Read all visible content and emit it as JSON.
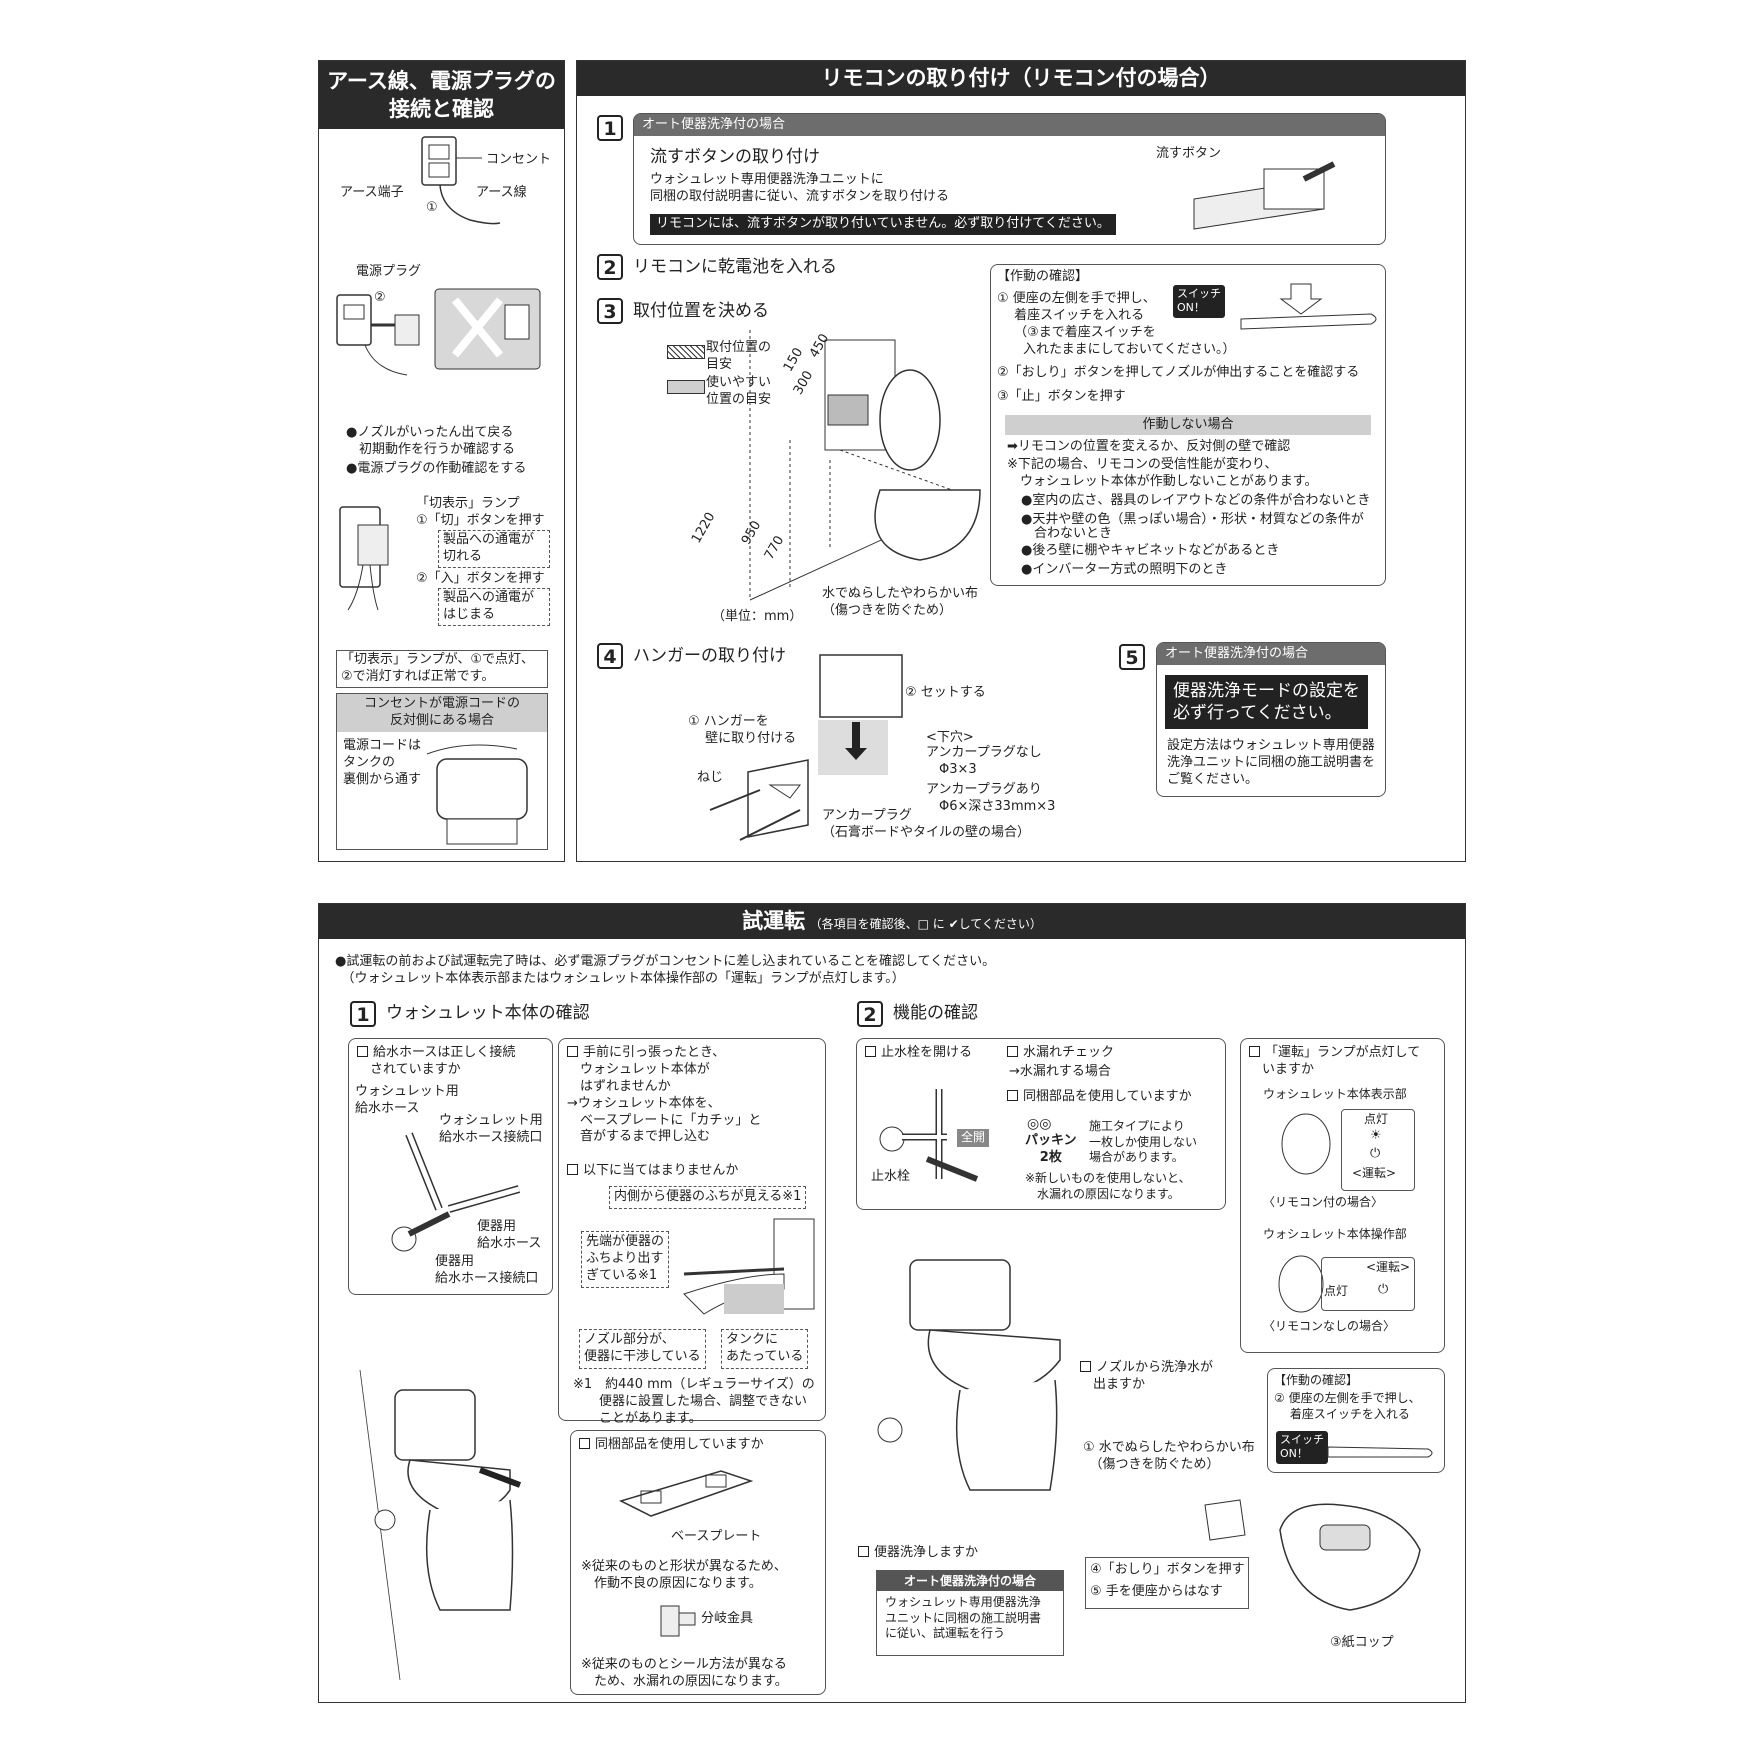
{
  "earth": {
    "title": "アース線、電源プラグの\n接続と確認",
    "outlet_label": "コンセント",
    "earth_terminal": "アース端子",
    "earth_wire": "アース線",
    "step1": "①",
    "power_plug": "電源プラグ",
    "step2": "②",
    "bullet1": "●ノズルがいったん出て戻る\n　初期動作を行うか確認する",
    "bullet2": "●電源プラグの作動確認をする",
    "lamp_label": "「切表示」ランプ",
    "off_btn": "①「切」ボタンを押す",
    "off_note": "製品への通電が\n切れる",
    "on_btn": "②「入」ボタンを押す",
    "on_note": "製品への通電が\nはじまる",
    "lamp_normal": "「切表示」ランプが、①で点灯、\n②で消灯すれば正常です。",
    "opposite_title": "コンセントが電源コードの\n反対側にある場合",
    "opposite_text": "電源コードは\nタンクの\n裏側から通す"
  },
  "remote": {
    "title": "リモコンの取り付け（リモコン付の場合）",
    "s1_num": "1",
    "s1_tag": "オート便器洗浄付の場合",
    "s1_heading": "流すボタンの取り付け",
    "s1_text": "ウォシュレット専用便器洗浄ユニットに\n同梱の取付説明書に従い、流すボタンを取り付ける",
    "s1_warn": "リモコンには、流すボタンが取り付いていません。必ず取り付けてください。",
    "flush_btn_label": "流すボタン",
    "s2_num": "2",
    "s2_heading": "リモコンに乾電池を入れる",
    "s3_num": "3",
    "s3_heading": "取付位置を決める",
    "legend_hatch": "取付位置の\n目安",
    "legend_gray": "使いやすい\n位置の目安",
    "dim_150": "150",
    "dim_450": "450",
    "dim_300": "300",
    "dim_1220": "1220",
    "dim_950": "950",
    "dim_770": "770",
    "unit": "（単位：mm）",
    "cloth_note": "水でぬらしたやわらかい布\n（傷つきを防ぐため）",
    "op_title": "【作動の確認】",
    "op_1": "① 便座の左側を手で押し、\n　 着座スイッチを入れる\n　 （③まで着座スイッチを\n　　入れたままにしておいてください。）",
    "op_2": "②「おしり」ボタンを押してノズルが伸出することを確認する",
    "op_3": "③「止」ボタンを押す",
    "switch_on": "スイッチ\nON！",
    "no_work_title": "作動しない場合",
    "no_work_1": "➡リモコンの位置を変えるか、反対側の壁で確認",
    "no_work_2": "※下記の場合、リモコンの受信性能が変わり、\n　ウォシュレット本体が作動しないことがあります。",
    "no_work_b1": "●室内の広さ、器具のレイアウトなどの条件が合わないとき",
    "no_work_b2": "●天井や壁の色（黒っぽい場合）・形状・材質などの条件が\n　合わないとき",
    "no_work_b3": "●後ろ壁に棚やキャビネットなどがあるとき",
    "no_work_b4": "●インバーター方式の照明下のとき",
    "s4_num": "4",
    "s4_heading": "ハンガーの取り付け",
    "hanger_set": "② セットする",
    "hanger_wall": "① ハンガーを\n　 壁に取り付ける",
    "screw": "ねじ",
    "lower_hole": "<下穴>",
    "no_anchor": "アンカープラグなし\n　Φ3×3",
    "with_anchor": "アンカープラグあり\n　Φ6×深さ33mm×3",
    "anchor_plug": "アンカープラグ\n（石膏ボードやタイルの壁の場合）",
    "s5_num": "5",
    "s5_tag": "オート便器洗浄付の場合",
    "s5_big": "便器洗浄モードの設定を\n必ず行ってください。",
    "s5_text": "設定方法はウォシュレット専用便器\n洗浄ユニットに同梱の施工説明書を\nご覧ください。"
  },
  "trial": {
    "title": "試運転",
    "title_note": "（各項目を確認後、□ に ✔してください）",
    "intro": "●試運転の前および試運転完了時は、必ず電源プラグがコンセントに差し込まれていることを確認してください。\n　（ウォシュレット本体表示部またはウォシュレット本体操作部の「運転」ランプが点灯します。）",
    "s1_num": "1",
    "s1_heading": "ウォシュレット本体の確認",
    "hose_q": "給水ホースは正しく接続\n　されていますか",
    "hose_l1": "ウォシュレット用\n給水ホース",
    "hose_l2": "ウォシュレット用\n給水ホース接続口",
    "hose_l3": "便器用\n給水ホース",
    "hose_l4": "便器用\n給水ホース接続口",
    "pull_q": "手前に引っ張ったとき、\n　ウォシュレット本体が\n　はずれませんか\n→ウォシュレット本体を、\n　ベースプレートに「カチッ」と\n　音がするまで押し込む",
    "apply_q": "以下に当てはまりませんか",
    "apply_a": "内側から便器のふちが見える※1",
    "apply_b": "先端が便器の\nふちより出す\nぎている※1",
    "apply_c": "ノズル部分が、\n便器に干渉している",
    "apply_d": "タンクに\nあたっている",
    "apply_note": "※1　約440 mm（レギュラーサイズ）の\n　　便器に設置した場合、調整できない\n　　ことがあります。",
    "parts_q": "同梱部品を使用していますか",
    "base_plate": "ベースプレート",
    "base_note": "※従来のものと形状が異なるため、\n　作動不良の原因になります。",
    "branch": "分岐金具",
    "branch_note": "※従来のものとシール方法が異なる\n　ため、水漏れの原因になります。",
    "s2_num": "2",
    "s2_heading": "機能の確認",
    "valve_q": "止水栓を開ける",
    "valve_label": "止水栓",
    "full_open": "全開",
    "leak_q": "水漏れチェック",
    "leak_a": "→水漏れする場合",
    "parts2_q": "同梱部品を使用していますか",
    "packing": "パッキン\n2枚",
    "packing_note": "施工タイプにより\n一枚しか使用しない\n場合があります。",
    "packing_note2": "※新しいものを使用しないと、\n　水漏れの原因になります。",
    "run_q": "「運転」ランプが点灯して\n　いますか",
    "disp_label": "ウォシュレット本体表示部",
    "off_light": "点灯",
    "run_tag": "<運転>",
    "with_remote": "〈リモコン付の場合〉",
    "op_label": "ウォシュレット本体操作部",
    "run_tag2": "<運転>",
    "on_light": "点灯",
    "no_remote": "〈リモコンなしの場合〉",
    "nozzle_q": "ノズルから洗浄水が\n　出ますか",
    "op_title": "【作動の確認】",
    "op_2": "② 便座の左側を手で押し、\n　 着座スイッチを入れる",
    "switch_on": "スイッチ\nON！",
    "cloth": "① 水でぬらしたやわらかい布\n　（傷つきを防ぐため）",
    "btn_4": "④「おしり」ボタンを押す",
    "btn_5": "⑤ 手を便座からはなす",
    "cup": "③紙コップ",
    "flush_q": "便器洗浄しますか",
    "auto_tag": "オート便器洗浄付の場合",
    "auto_text": "ウォシュレット専用便器洗浄\nユニットに同梱の施工説明書\nに従い、試運転を行う"
  }
}
